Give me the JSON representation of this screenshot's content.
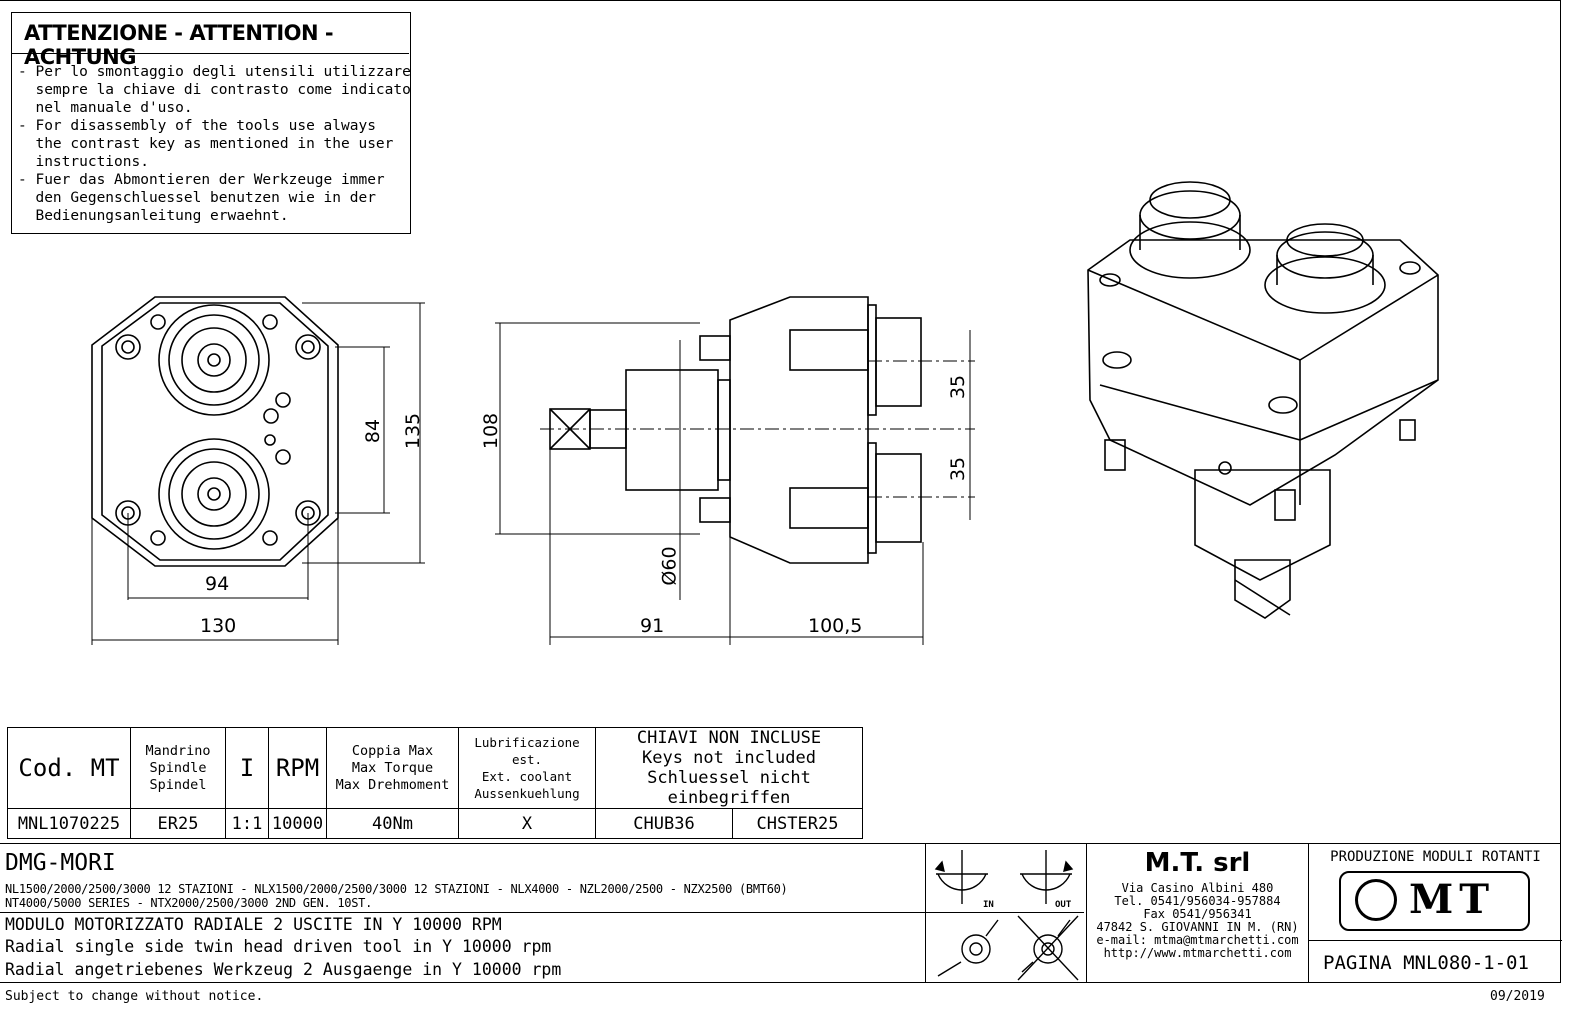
{
  "warning": {
    "title": "ATTENZIONE - ATTENTION - ACHTUNG",
    "lines": [
      "- Per lo smontaggio degli utensili utilizzare",
      "  sempre la chiave di contrasto come indicato",
      "  nel manuale d'uso.",
      "- For disassembly of the tools use always",
      "  the contrast key as mentioned in the user",
      "  instructions.",
      "- Fuer das Abmontieren der Werkzeuge immer",
      "  den Gegenschluessel benutzen wie in der",
      "  Bedienungsanleitung erwaehnt."
    ]
  },
  "dimensions": {
    "front_height_inner": "84",
    "front_height_outer": "135",
    "front_width_inner": "94",
    "front_width_outer": "130",
    "side_height": "108",
    "side_shaft_diameter": "Ø60",
    "side_length_a": "91",
    "side_length_b": "100,5",
    "side_offset_top": "35",
    "side_offset_bottom": "35"
  },
  "spec_table": {
    "headers": {
      "code": "Cod. MT",
      "spindle": [
        "Mandrino",
        "Spindle",
        "Spindel"
      ],
      "ratio": "I",
      "rpm": "RPM",
      "torque": [
        "Coppia Max",
        "Max Torque",
        "Max Drehmoment"
      ],
      "coolant": [
        "Lubrificazione est.",
        "Ext. coolant",
        "Aussenkuehlung"
      ],
      "keys": [
        "CHIAVI NON INCLUSE",
        "Keys not included",
        "Schluessel nicht einbegriffen"
      ]
    },
    "row": {
      "code": "MNL1070225",
      "spindle": "ER25",
      "ratio": "1:1",
      "rpm": "10000",
      "torque": "40Nm",
      "coolant": "X",
      "key1": "CHUB36",
      "key2": "CHSTER25"
    }
  },
  "title_block": {
    "machine": "DMG-MORI",
    "models_line1": "NL1500/2000/2500/3000 12 STAZIONI - NLX1500/2000/2500/3000 12 STAZIONI - NLX4000 - NZL2000/2500 - NZX2500 (BMT60)",
    "models_line2": "NT4000/5000 SERIES - NTX2000/2500/3000 2ND GEN. 10ST.",
    "desc_it": "MODULO MOTORIZZATO RADIALE 2 USCITE IN Y 10000 RPM",
    "desc_en": "Radial single side twin head driven tool in Y 10000 rpm",
    "desc_de": "Radial angetriebenes Werkzeug 2 Ausgaenge in Y 10000 rpm",
    "rot_in": "IN",
    "rot_out": "OUT",
    "company": "M.T. srl",
    "address": [
      "Via Casino Albini 480",
      "Tel. 0541/956034-957884",
      "Fax 0541/956341",
      "47842 S. GIOVANNI IN M. (RN)",
      "e-mail: mtma@mtmarchetti.com",
      "http://www.mtmarchetti.com"
    ],
    "product_line": "PRODUZIONE MODULI ROTANTI",
    "logo_text": "MT",
    "page": "PAGINA MNL080-1-01"
  },
  "footer": {
    "notice": "Subject to change without notice.",
    "date": "09/2019"
  }
}
